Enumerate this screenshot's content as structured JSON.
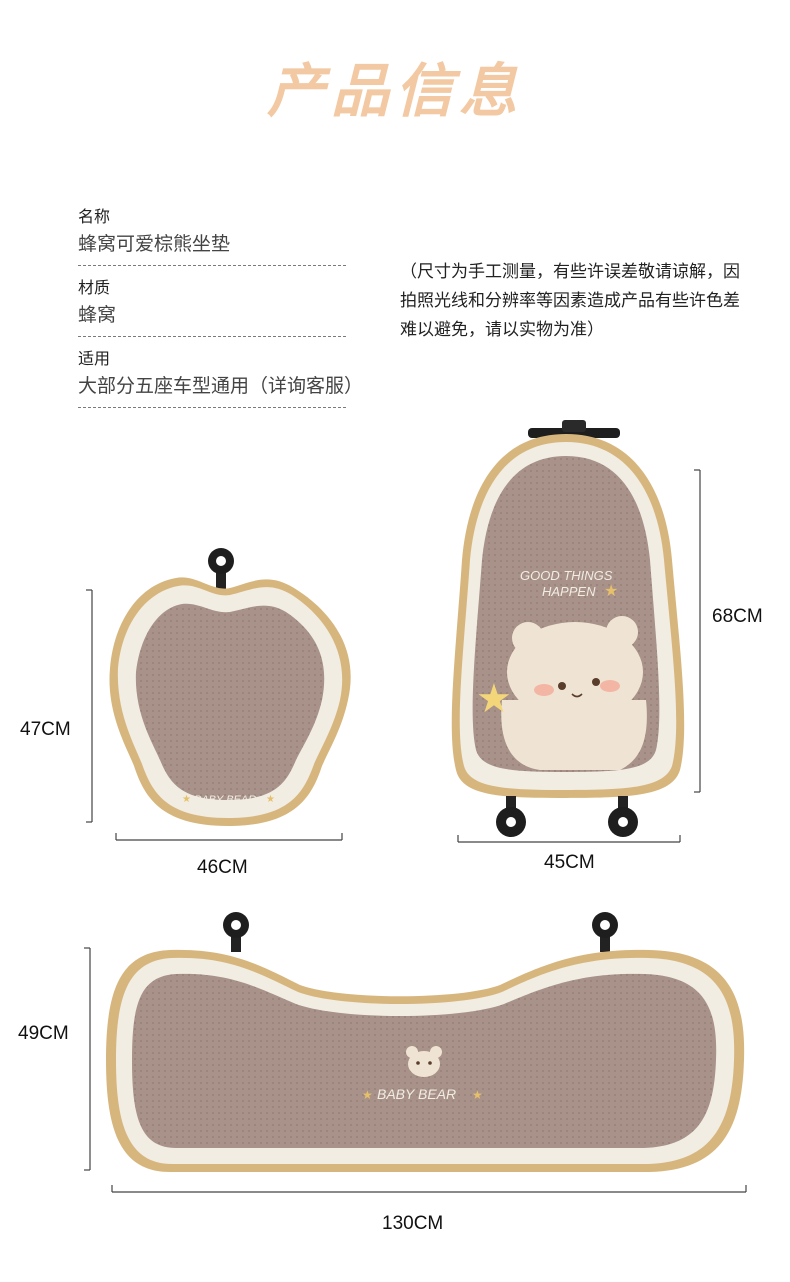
{
  "title": "产品信息",
  "info": {
    "name_label": "名称",
    "name_value": "蜂窝可爱棕熊坐垫",
    "material_label": "材质",
    "material_value": "蜂窝",
    "fit_label": "适用",
    "fit_value": "大部分五座车型通用（详询客服）"
  },
  "note": "（尺寸为手工测量，有些许误差敬请谅解，因拍照光线和分辨率等因素造成产品有些许色差难以避免，请以实物为准）",
  "dimensions": {
    "paw_height": "47CM",
    "paw_width": "46CM",
    "back_height": "68CM",
    "back_width": "45CM",
    "long_height": "49CM",
    "long_width": "130CM"
  },
  "product_text": {
    "back_line1": "GOOD THINGS",
    "back_line2": "HAPPEN",
    "paw_print": "BABY BEAR",
    "long_print": "BABY BEAR"
  },
  "colors": {
    "title": "#f2c9a2",
    "cushion_fill": "#a89289",
    "cushion_border": "#f1ede3",
    "piping": "#d7b67e",
    "text_dark": "#222222"
  }
}
